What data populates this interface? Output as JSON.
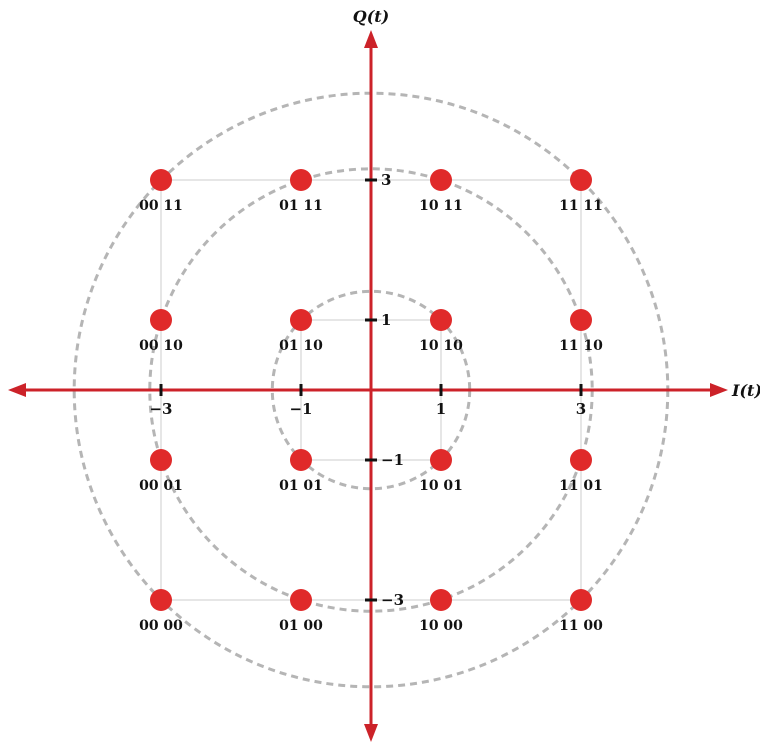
{
  "axes": {
    "x_label": "I(t)",
    "y_label": "Q(t)",
    "x_ticks": [
      {
        "value": -3,
        "text": "−3"
      },
      {
        "value": -1,
        "text": "−1"
      },
      {
        "value": 1,
        "text": "1"
      },
      {
        "value": 3,
        "text": "3"
      }
    ],
    "y_ticks": [
      {
        "value": 3,
        "text": "3"
      },
      {
        "value": 1,
        "text": "1"
      },
      {
        "value": -1,
        "text": "−1"
      },
      {
        "value": -3,
        "text": "−3"
      }
    ]
  },
  "rings": [
    {
      "radius": 1.41
    },
    {
      "radius": 3.16
    },
    {
      "radius": 4.24
    }
  ],
  "points": [
    {
      "i": -3,
      "q": 3,
      "label": "00 11"
    },
    {
      "i": -1,
      "q": 3,
      "label": "01 11"
    },
    {
      "i": 1,
      "q": 3,
      "label": "10 11"
    },
    {
      "i": 3,
      "q": 3,
      "label": "11 11"
    },
    {
      "i": -3,
      "q": 1,
      "label": "00 10"
    },
    {
      "i": -1,
      "q": 1,
      "label": "01 10"
    },
    {
      "i": 1,
      "q": 1,
      "label": "10 10"
    },
    {
      "i": 3,
      "q": 1,
      "label": "11 10"
    },
    {
      "i": -3,
      "q": -1,
      "label": "00 01"
    },
    {
      "i": -1,
      "q": -1,
      "label": "01 01"
    },
    {
      "i": 1,
      "q": -1,
      "label": "10 01"
    },
    {
      "i": 3,
      "q": -1,
      "label": "11 01"
    },
    {
      "i": -3,
      "q": -3,
      "label": "00 00"
    },
    {
      "i": -1,
      "q": -3,
      "label": "01 00"
    },
    {
      "i": 1,
      "q": -3,
      "label": "10 00"
    },
    {
      "i": 3,
      "q": -3,
      "label": "11 00"
    }
  ],
  "colors": {
    "axis": "#cc2229",
    "point": "#e02a2a",
    "ring": "#b5b5b5",
    "grid": "#dedede"
  }
}
